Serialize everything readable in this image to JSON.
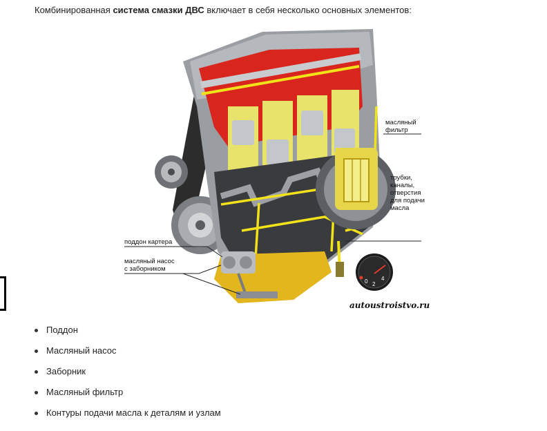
{
  "intro": {
    "part1": "Комбинированная ",
    "bold": "система смазки ДВС",
    "part2": " включает в себя несколько основных элементов:"
  },
  "figure": {
    "labels": {
      "oil_filter_line1": "масляный",
      "oil_filter_line2": "фильтр",
      "tubes_line1": "трубки,",
      "tubes_line2": "каналы,",
      "tubes_line3": "отверстия",
      "tubes_line4": "для подачи",
      "tubes_line5": "масла",
      "sump": "поддон картера",
      "pump_line1": "масляный насос",
      "pump_line2": "с заборником"
    },
    "gauge": {
      "zero": "0",
      "two": "2",
      "four": "4"
    },
    "watermark": "autoustroistvo.ru",
    "colors": {
      "oil_yellow": "#f2e21a",
      "engine_red": "#d8261e",
      "steel_gray": "#8e9196",
      "sump_yellow": "#e2b61c"
    }
  },
  "list": {
    "items": [
      "Поддон",
      "Масляный насос",
      "Заборник",
      "Масляный фильтр",
      "Контуры подачи масла к деталям и узлам"
    ]
  }
}
